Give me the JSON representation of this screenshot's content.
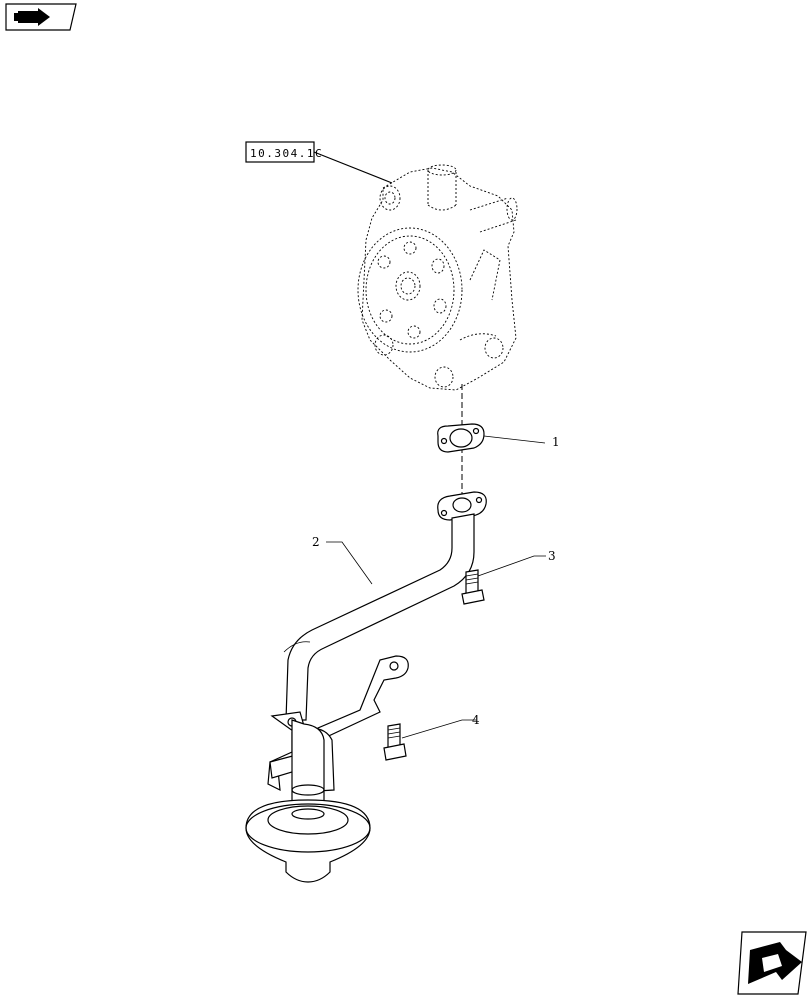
{
  "reference_label": "10.304.1C",
  "callouts": {
    "c1": "1",
    "c2": "2",
    "c3": "3",
    "c4": "4"
  },
  "icons": {
    "top_left": "book-arrow-icon",
    "bottom_right": "next-page-arrow-icon"
  }
}
